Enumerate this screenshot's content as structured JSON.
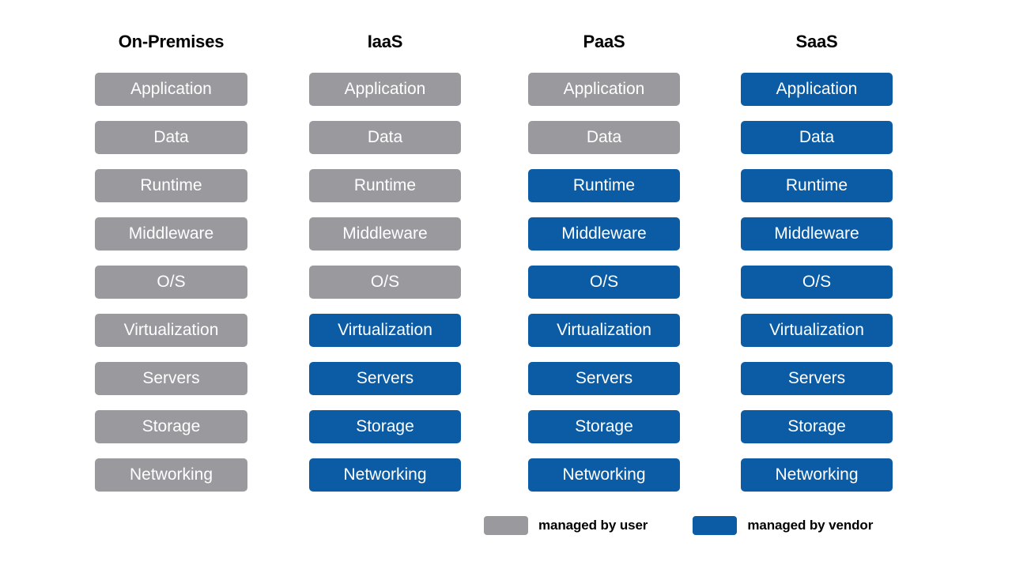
{
  "diagram": {
    "background_color": "#ffffff",
    "colors": {
      "managed_by_user": "#9a9a9e",
      "managed_by_vendor": "#0b5ca5",
      "box_text": "#ffffff",
      "header_text": "#000000"
    },
    "layer_names": [
      "Application",
      "Data",
      "Runtime",
      "Middleware",
      "O/S",
      "Virtualization",
      "Servers",
      "Storage",
      "Networking"
    ],
    "columns": [
      {
        "header": "On-Premises",
        "cells": [
          {
            "label": "Application",
            "owner": "user"
          },
          {
            "label": "Data",
            "owner": "user"
          },
          {
            "label": "Runtime",
            "owner": "user"
          },
          {
            "label": "Middleware",
            "owner": "user"
          },
          {
            "label": "O/S",
            "owner": "user"
          },
          {
            "label": "Virtualization",
            "owner": "user"
          },
          {
            "label": "Servers",
            "owner": "user"
          },
          {
            "label": "Storage",
            "owner": "user"
          },
          {
            "label": "Networking",
            "owner": "user"
          }
        ]
      },
      {
        "header": "IaaS",
        "cells": [
          {
            "label": "Application",
            "owner": "user"
          },
          {
            "label": "Data",
            "owner": "user"
          },
          {
            "label": "Runtime",
            "owner": "user"
          },
          {
            "label": "Middleware",
            "owner": "user"
          },
          {
            "label": "O/S",
            "owner": "user"
          },
          {
            "label": "Virtualization",
            "owner": "vendor"
          },
          {
            "label": "Servers",
            "owner": "vendor"
          },
          {
            "label": "Storage",
            "owner": "vendor"
          },
          {
            "label": "Networking",
            "owner": "vendor"
          }
        ]
      },
      {
        "header": "PaaS",
        "cells": [
          {
            "label": "Application",
            "owner": "user"
          },
          {
            "label": "Data",
            "owner": "user"
          },
          {
            "label": "Runtime",
            "owner": "vendor"
          },
          {
            "label": "Middleware",
            "owner": "vendor"
          },
          {
            "label": "O/S",
            "owner": "vendor"
          },
          {
            "label": "Virtualization",
            "owner": "vendor"
          },
          {
            "label": "Servers",
            "owner": "vendor"
          },
          {
            "label": "Storage",
            "owner": "vendor"
          },
          {
            "label": "Networking",
            "owner": "vendor"
          }
        ]
      },
      {
        "header": "SaaS",
        "cells": [
          {
            "label": "Application",
            "owner": "vendor"
          },
          {
            "label": "Data",
            "owner": "vendor"
          },
          {
            "label": "Runtime",
            "owner": "vendor"
          },
          {
            "label": "Middleware",
            "owner": "vendor"
          },
          {
            "label": "O/S",
            "owner": "vendor"
          },
          {
            "label": "Virtualization",
            "owner": "vendor"
          },
          {
            "label": "Servers",
            "owner": "vendor"
          },
          {
            "label": "Storage",
            "owner": "vendor"
          },
          {
            "label": "Networking",
            "owner": "vendor"
          }
        ]
      }
    ],
    "legend": [
      {
        "label": "managed by user",
        "owner": "user",
        "color": "#9a9a9e"
      },
      {
        "label": "managed by vendor",
        "owner": "vendor",
        "color": "#0b5ca5"
      }
    ]
  }
}
